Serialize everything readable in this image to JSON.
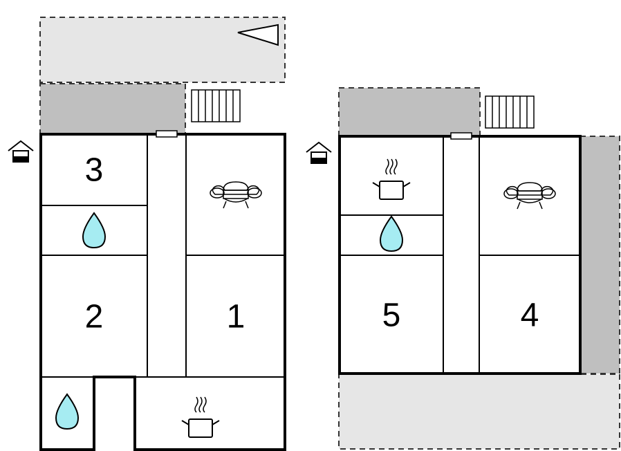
{
  "floor_left": {
    "rooms": {
      "r3": "3",
      "r2": "2",
      "r1": "1"
    }
  },
  "floor_right": {
    "rooms": {
      "r5": "5",
      "r4": "4"
    }
  },
  "icons": [
    "house-entrance-icon",
    "stairs-icon",
    "sofa-icon",
    "bathroom-drop-icon",
    "kitchen-pot-icon",
    "compass-arrow-icon",
    "window-icon"
  ],
  "colors": {
    "terrace_light": "#e6e6e6",
    "terrace_dark": "#bfbfbf",
    "water_drop": "#a6ecf2"
  }
}
